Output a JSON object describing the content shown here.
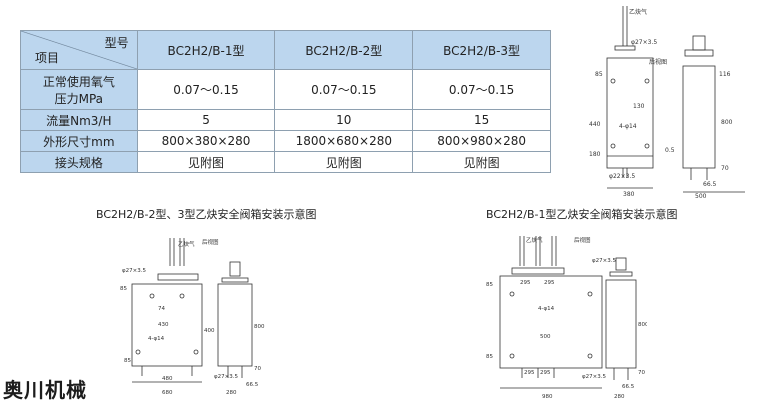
{
  "table": {
    "corner_top": "型号",
    "corner_bottom": "项目",
    "models": [
      "BC2H2/B-1型",
      "BC2H2/B-2型",
      "BC2H2/B-3型"
    ],
    "rows": [
      {
        "label_lines": [
          "正常使用氧气",
          "压力MPa"
        ],
        "values": [
          "0.07～0.15",
          "0.07～0.15",
          "0.07～0.15"
        ]
      },
      {
        "label_lines": [
          "流量Nm3/H"
        ],
        "values": [
          "5",
          "10",
          "15"
        ]
      },
      {
        "label_lines": [
          "外形尺寸mm"
        ],
        "values": [
          "800×380×280",
          "1800×680×280",
          "800×980×280"
        ]
      },
      {
        "label_lines": [
          "接头规格"
        ],
        "values": [
          "见附图",
          "见附图",
          "见附图"
        ]
      }
    ]
  },
  "captions": {
    "b2_b3": "BC2H2/B-2型、3型乙炔安全阀箱安装示意图",
    "b1": "BC2H2/B-1型乙炔安全阀箱安装示意图"
  },
  "drawing_b1": {
    "gas_label": "乙炔气",
    "pipe_top": "φ27×3.5",
    "pipe_bottom": "φ22×3.5",
    "rear_view": "后视图",
    "holes": "4-φ14",
    "dims": [
      "85",
      "130",
      "440",
      "180",
      "380",
      "116",
      "800",
      "0.5",
      "70",
      "66.5",
      "500"
    ]
  },
  "drawing_b2": {
    "gas_label": "乙炔气",
    "pipe_top": "φ27×3.5",
    "pipe_bottom": "φ27×3.5",
    "rear_view": "后视图",
    "holes": "4-φ14",
    "dims": [
      "85",
      "74",
      "430",
      "400",
      "85",
      "480",
      "680",
      "800",
      "70",
      "66.5",
      "280"
    ]
  },
  "drawing_b3": {
    "gas_label": "乙炔气",
    "pipe_top": "φ27×3.5",
    "pipe_bottom": "φ27×3.5",
    "rear_view": "后视图",
    "holes": "4-φ14",
    "dims": [
      "85",
      "295",
      "295",
      "500",
      "85",
      "980",
      "295",
      "295",
      "800",
      "70",
      "66.5",
      "280"
    ]
  },
  "watermark": "奥川机械"
}
